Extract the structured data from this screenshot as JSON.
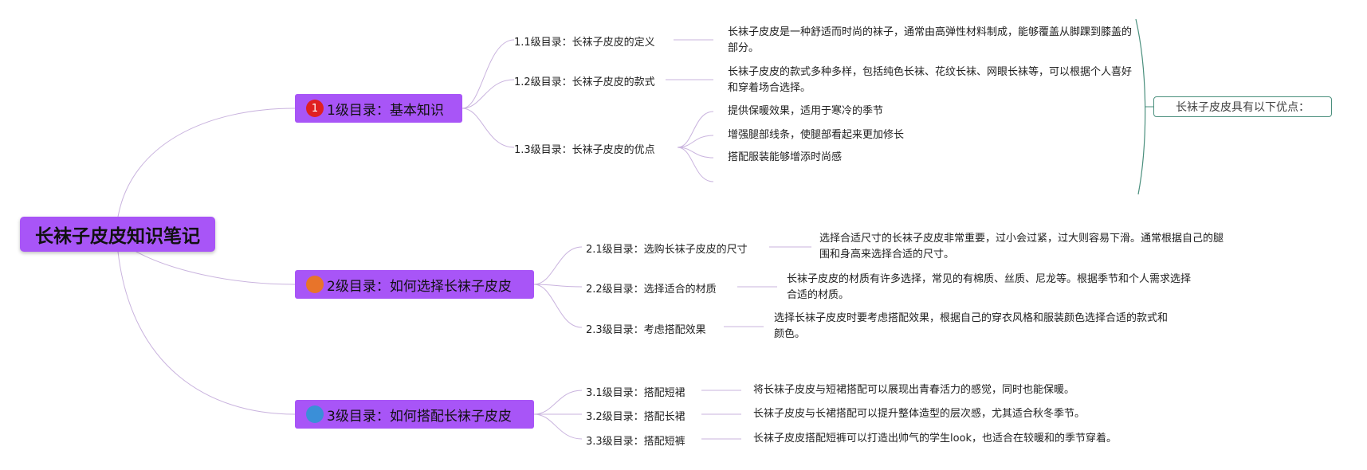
{
  "root": {
    "title": "长袜子皮皮知识笔记"
  },
  "branches": [
    {
      "badge": "1",
      "badge_color": "#e02020",
      "title": "1级目录：基本知识",
      "children": [
        {
          "label": "1.1级目录：长袜子皮皮的定义",
          "text": "长袜子皮皮是一种舒适而时尚的袜子，通常由高弹性材料制成，能够覆盖从脚踝到膝盖的部分。"
        },
        {
          "label": "1.2级目录：长袜子皮皮的款式",
          "text": "长袜子皮皮的款式多种多样，包括纯色长袜、花纹长袜、网眼长袜等，可以根据个人喜好和穿着场合选择。"
        },
        {
          "label": "1.3级目录：长袜子皮皮的优点",
          "items": [
            "提供保暖效果，适用于寒冷的季节",
            "增强腿部线条，使腿部看起来更加修长",
            "搭配服装能够增添时尚感"
          ]
        }
      ]
    },
    {
      "badge": "",
      "badge_color": "#e8742a",
      "title": "2级目录：如何选择长袜子皮皮",
      "children": [
        {
          "label": "2.1级目录：选购长袜子皮皮的尺寸",
          "text": "选择合适尺寸的长袜子皮皮非常重要，过小会过紧，过大则容易下滑。通常根据自己的腿围和身高来选择合适的尺寸。"
        },
        {
          "label": "2.2级目录：选择适合的材质",
          "text": "长袜子皮皮的材质有许多选择，常见的有棉质、丝质、尼龙等。根据季节和个人需求选择合适的材质。"
        },
        {
          "label": "2.3级目录：考虑搭配效果",
          "text": "选择长袜子皮皮时要考虑搭配效果，根据自己的穿衣风格和服装颜色选择合适的款式和颜色。"
        }
      ]
    },
    {
      "badge": "",
      "badge_color": "#3a8fd8",
      "title": "3级目录：如何搭配长袜子皮皮",
      "children": [
        {
          "label": "3.1级目录：搭配短裙",
          "text": "将长袜子皮皮与短裙搭配可以展现出青春活力的感觉，同时也能保暖。"
        },
        {
          "label": "3.2级目录：搭配长裙",
          "text": "长袜子皮皮与长裙搭配可以提升整体造型的层次感，尤其适合秋冬季节。"
        },
        {
          "label": "3.3级目录：搭配短裤",
          "text": "长袜子皮皮搭配短裤可以打造出帅气的学生look，也适合在较暖和的季节穿着。"
        }
      ]
    }
  ],
  "summary": {
    "text": "长袜子皮皮具有以下优点："
  },
  "colors": {
    "node": "#a855f7",
    "connector": "#c9b3de",
    "bracket": "#4a8f7d"
  }
}
